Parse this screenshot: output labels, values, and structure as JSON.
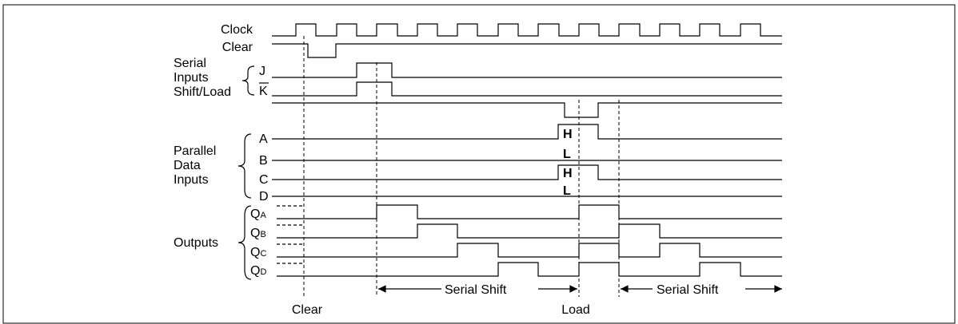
{
  "diagram": {
    "signals": {
      "clock": "Clock",
      "clear": "Clear",
      "j": "J",
      "k": "K",
      "a": "A",
      "b": "B",
      "c": "C",
      "d": "D"
    },
    "groups": {
      "serial_inputs": [
        "Serial",
        "Inputs"
      ],
      "shift_load": "Shift/Load",
      "parallel_data_inputs": [
        "Parallel",
        "Data",
        "Inputs"
      ],
      "outputs": "Outputs"
    },
    "outputs": [
      {
        "main": "Q",
        "sub": "A"
      },
      {
        "main": "Q",
        "sub": "B"
      },
      {
        "main": "Q",
        "sub": "C"
      },
      {
        "main": "Q",
        "sub": "D"
      }
    ],
    "level_marks": {
      "a": "H",
      "b": "L",
      "c": "H",
      "d": "L"
    },
    "spans": {
      "shift1": "Serial Shift",
      "shift2": "Serial Shift"
    },
    "events": {
      "clear": "Clear",
      "load": "Load"
    }
  }
}
